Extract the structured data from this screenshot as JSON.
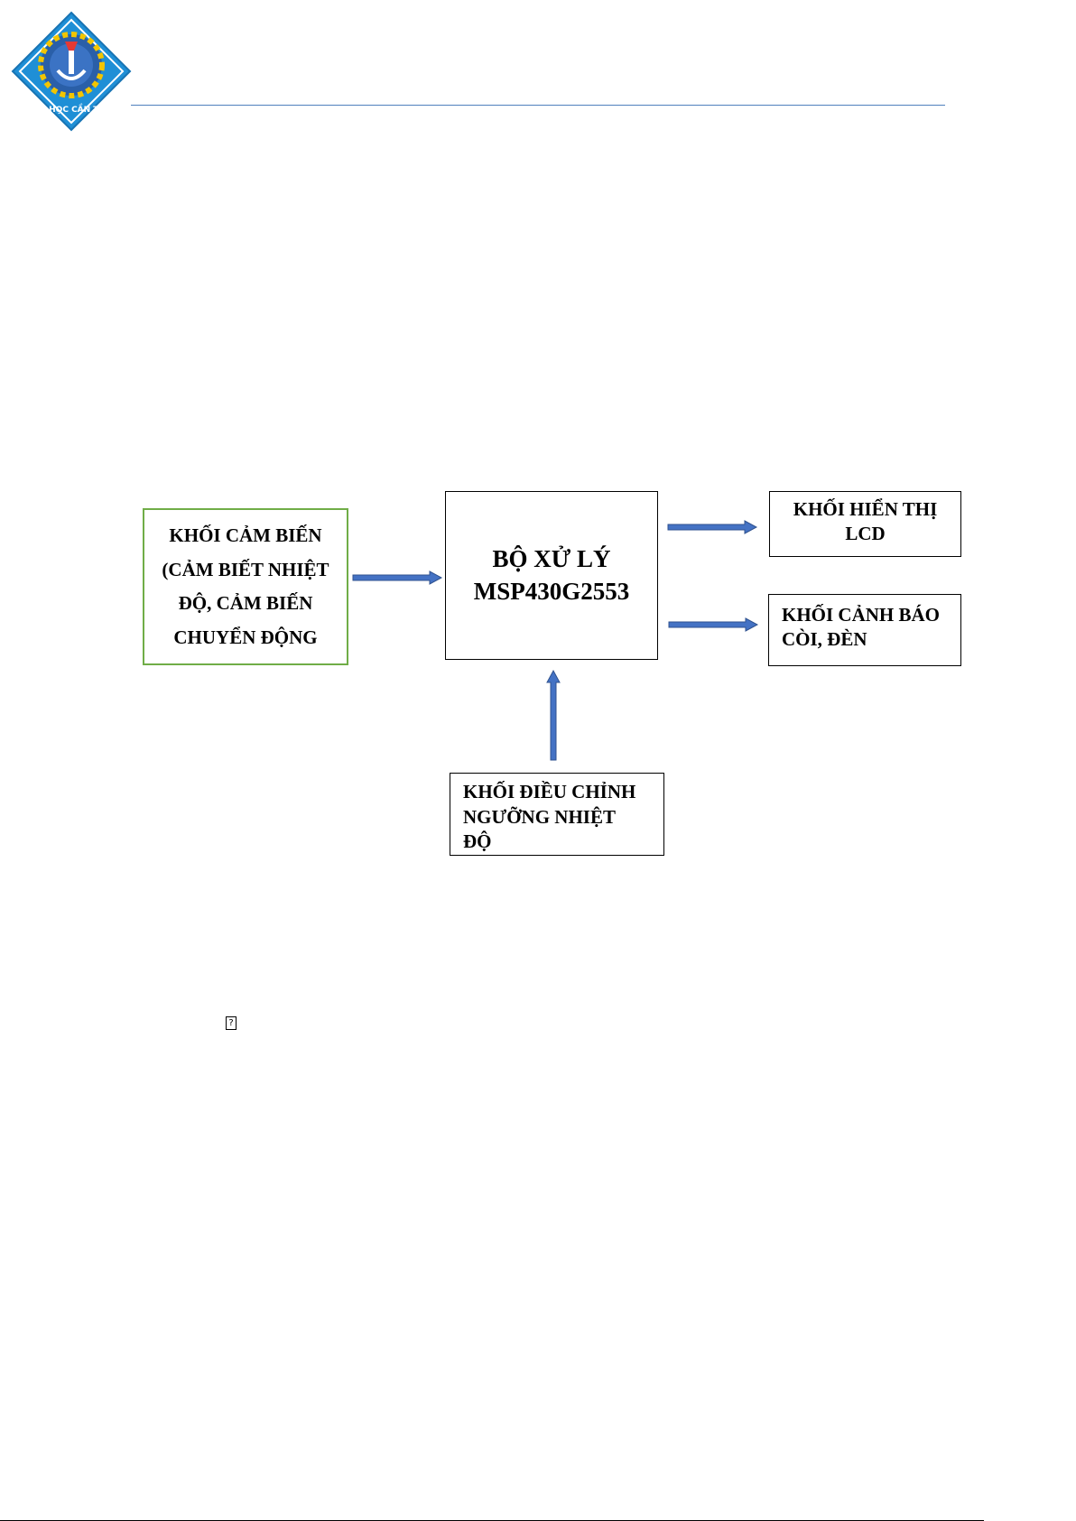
{
  "logo": {
    "ring_text": "ĐẠI HỌC CẦN THƠ",
    "icon": "university-seal-icon"
  },
  "diagram": {
    "sensor_block": "KHỐI CẢM BIẾN\n(CẢM BIẾT NHIỆT\nĐỘ, CẢM  BIẾN\nCHUYỂN ĐỘNG",
    "processor_block": "BỘ XỬ LÝ\nMSP430G2553",
    "display_block": "KHỐI HIỂN THỊ\nLCD",
    "alarm_block": "KHỐI CẢNH BÁO\nCÒI, ĐÈN",
    "threshold_block": "KHỐI ĐIỀU CHỈNH\nNGƯỠNG NHIỆT\nĐỘ",
    "arrow_color": "#4472c4",
    "arrow_stroke": "#2f528f",
    "sensor_border_color": "#70ad47"
  },
  "stray_glyph": "?"
}
